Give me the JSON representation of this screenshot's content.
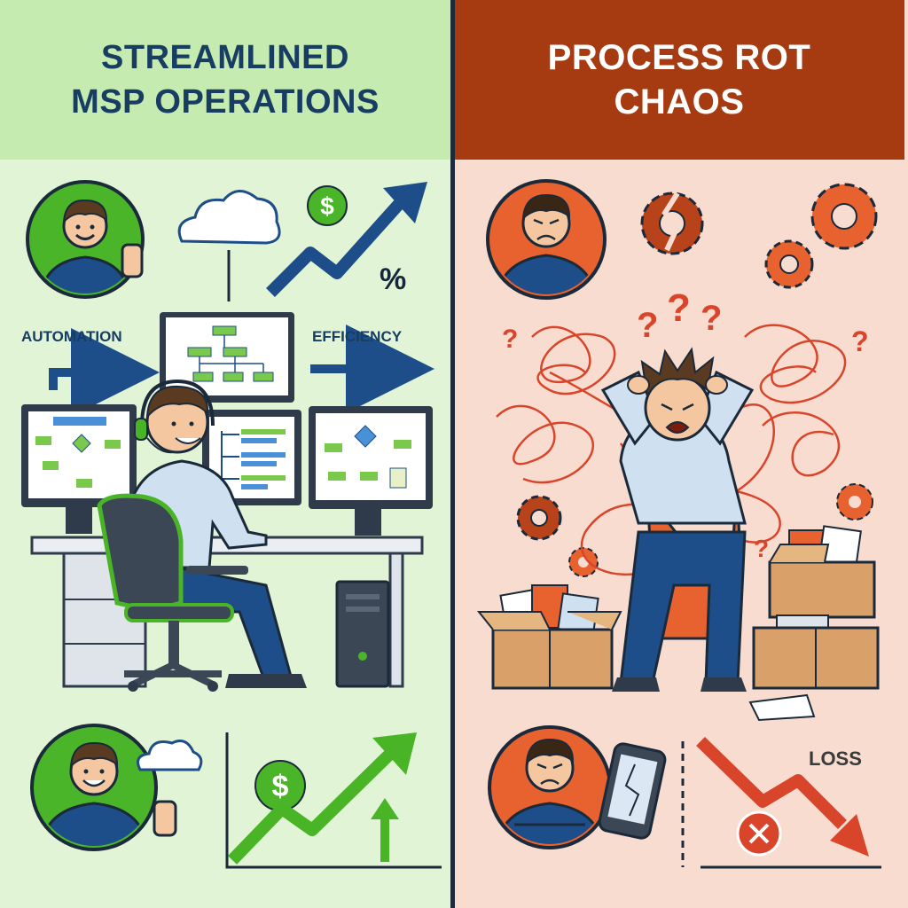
{
  "left": {
    "title_lines": [
      "STREAMLINED",
      "MSP OPERATIONS"
    ],
    "labels": {
      "automation": "AUTOMATION",
      "efficiency": "EFFICIENCY",
      "percent": "%"
    },
    "dollar": "$",
    "colors": {
      "header_bg": "#c6ebb0",
      "panel_bg": "#e2f4d6",
      "title": "#173d63",
      "accent_green": "#49b526",
      "accent_blue": "#1d4e89"
    }
  },
  "right": {
    "title_lines": [
      "PROCESS ROT",
      "CHAOS"
    ],
    "labels": {
      "loss": "LOSS",
      "question": "?"
    },
    "colors": {
      "header_bg": "#a63a10",
      "panel_bg": "#f9dcd0",
      "title": "#ffffff",
      "accent_red": "#d8452a",
      "accent_orange": "#e8622f"
    }
  }
}
